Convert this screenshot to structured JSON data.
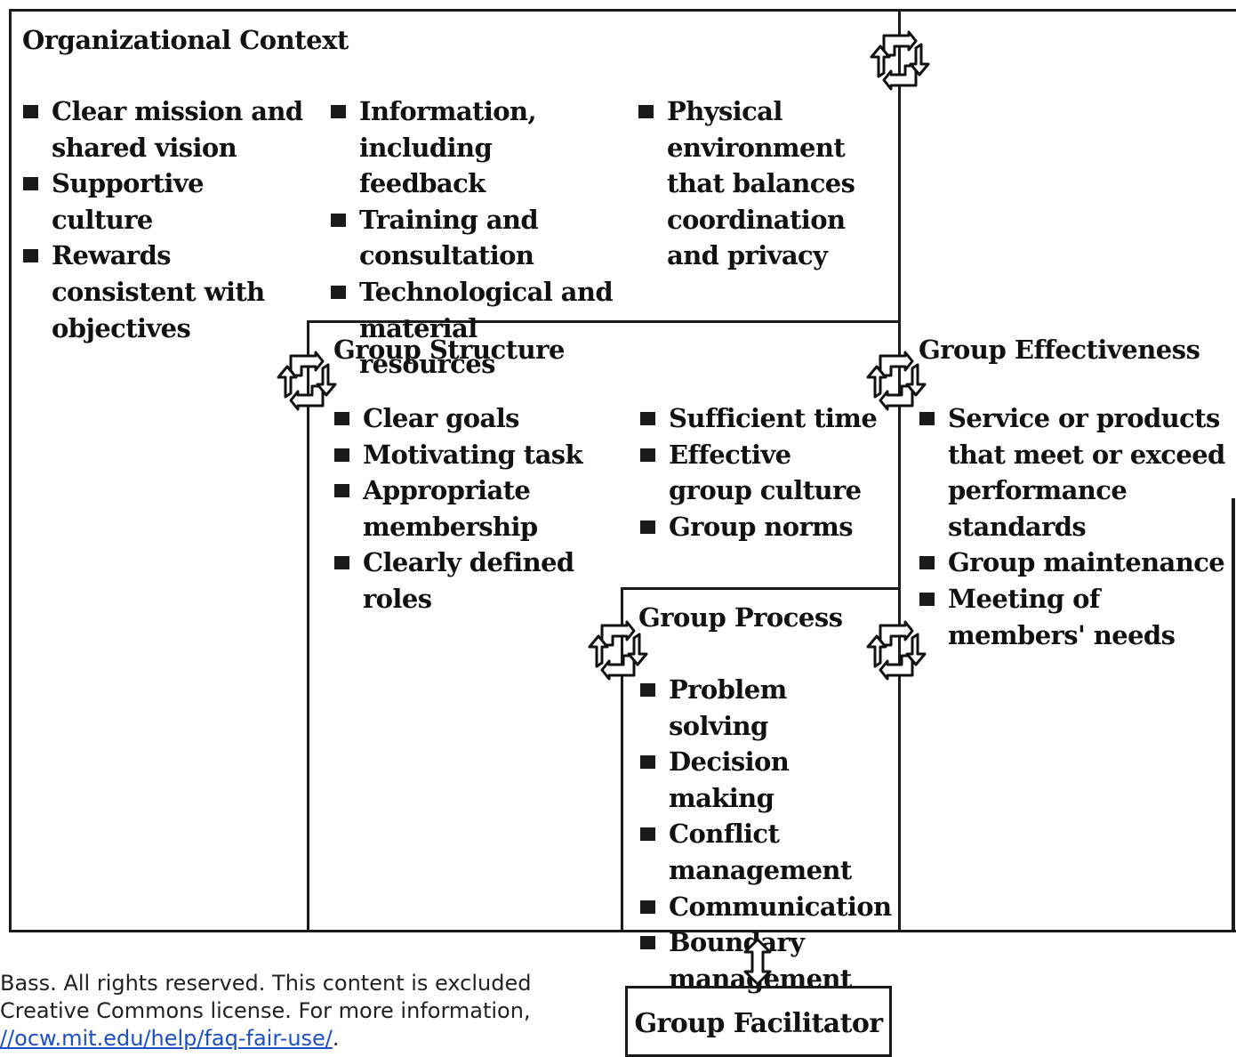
{
  "organizational_context": {
    "title": "Organizational Context",
    "col1": [
      "Clear mission and shared vision",
      "Supportive culture",
      "Rewards consistent with objectives"
    ],
    "col2": [
      "Information, including feedback",
      "Training and consultation",
      "Technological and material resources"
    ],
    "col3": [
      "Physical environment that balances coordination and privacy"
    ]
  },
  "group_structure": {
    "title": "Group Structure",
    "col1": [
      "Clear goals",
      "Motivating task",
      "Appropriate membership",
      "Clearly defined roles"
    ],
    "col2": [
      "Sufficient time",
      "Effective group culture",
      "Group norms"
    ]
  },
  "group_process": {
    "title": "Group Process",
    "items": [
      "Problem solving",
      "Decision making",
      "Conflict management",
      "Communication",
      "Boundary management"
    ]
  },
  "group_effectiveness": {
    "title": "Group Effectiveness",
    "items": [
      "Service or products that meet or exceed performance standards",
      "Group maintenance",
      "Meeting of members' needs"
    ]
  },
  "group_facilitator": {
    "label": "Group Facilitator"
  },
  "credit": {
    "line1": "Bass. All rights reserved. This content is excluded",
    "line2": "Creative Commons license. For more information,",
    "link": "//ocw.mit.edu/help/faq-fair-use/",
    "link_suffix": "."
  },
  "icons": {
    "cycle_arrows": "cycle-arrows-icon",
    "double_arrow": "double-vertical-arrow-icon"
  }
}
